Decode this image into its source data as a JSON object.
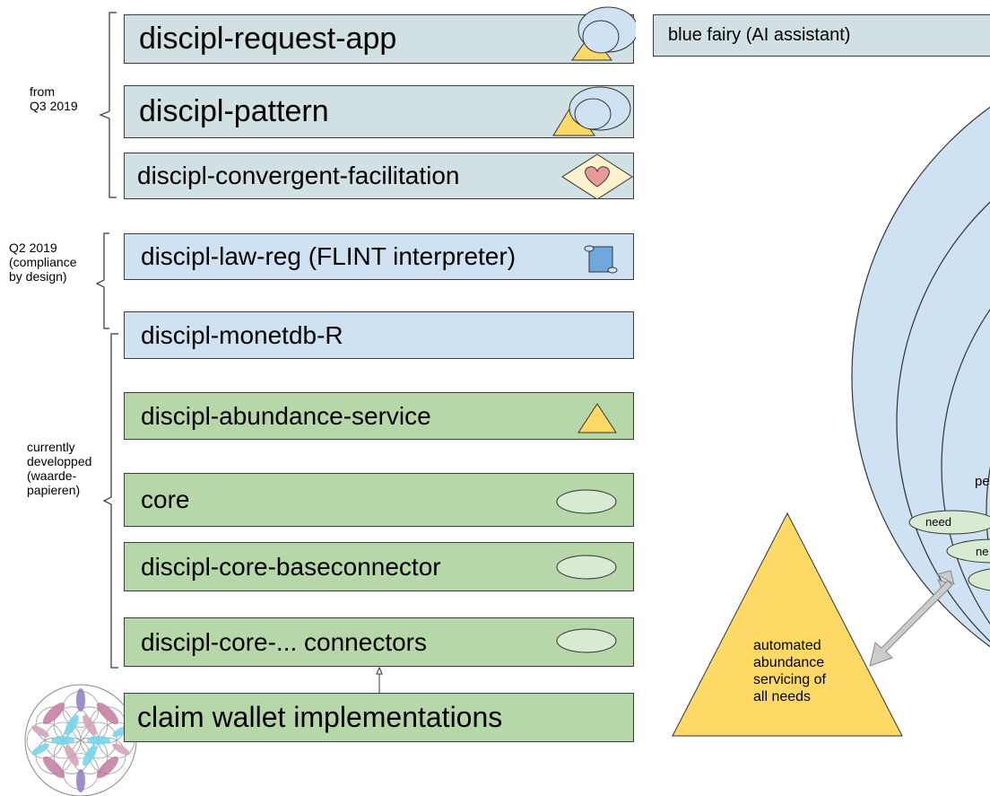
{
  "modules": {
    "request_app": "discipl-request-app",
    "pattern": "discipl-pattern",
    "convergent": "discipl-convergent-facilitation",
    "law_reg": "discipl-law-reg (FLINT interpreter)",
    "monetdb": "discipl-monetdb-R",
    "abundance": "discipl-abundance-service",
    "core": "core",
    "baseconnector": "discipl-core-baseconnector",
    "connectors": "discipl-core-... connectors",
    "claim_wallet": "claim wallet implementations"
  },
  "blue_fairy": "blue fairy (AI assistant)",
  "phases": {
    "q3": "from\nQ3 2019",
    "q2": "Q2 2019\n(compliance\nby design)",
    "current": "currently\ndevelopped\n(waarde-\npapieren)"
  },
  "triangle_text": "automated\nabundance\nservicing of\nall needs",
  "circle_labels": {
    "pe": "pe",
    "need1": "need",
    "need2": "ne"
  },
  "colors": {
    "grey_box": "#d0e0e3",
    "blue_box": "#cfe2f3",
    "green_box": "#b6d7a8",
    "triangle": "#ffd966",
    "circle": "#cfe2f3",
    "heart": "#ea9999",
    "ellipse": "#d9ead3"
  },
  "icons": [
    "triangle-icon",
    "circle-icon",
    "heart-diamond-icon",
    "scroll-icon",
    "ellipse-icon",
    "flower-of-life-icon",
    "double-arrow-icon"
  ]
}
